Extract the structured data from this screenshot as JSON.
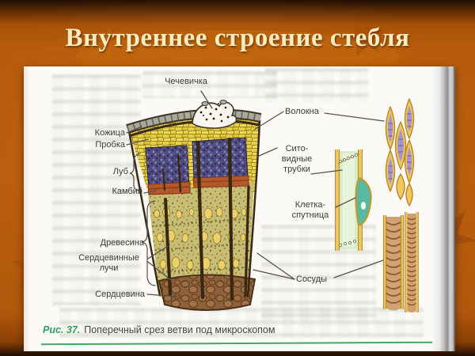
{
  "slide": {
    "title": "Внутреннее строение стебля"
  },
  "figure": {
    "caption": {
      "number": "Рис. 37.",
      "text": "Поперечный срез ветви под микроскопом"
    },
    "labels": {
      "lenticel": "Чечевичка",
      "epidermis": "Кожица",
      "cork": "Пробка",
      "bast": "Луб",
      "cambium": "Камбий",
      "wood": "Древесина",
      "medullary_rays": "Сердцевинные лучи",
      "pith": "Сердцевина",
      "fibers": "Волокна",
      "sieve_tubes": "Сито-видные трубки",
      "companion_cell": "Клетка-спутница",
      "vessels": "Сосуды"
    },
    "colors": {
      "slide_background": "#b85c0c",
      "title_text": "#f6ecbe",
      "caption_green": "#2f9e5a",
      "cork_yellow": "#e6cf44",
      "bast_purple": "#564c85",
      "cambium_red": "#b4582c",
      "wood_olive": "#c9bd74",
      "pith_brown": "#8e613a",
      "sieve_green": "#d9ecc4",
      "companion_teal": "#57bba2",
      "fiber_purple": "#a795ca",
      "vessel_tan": "#d2a272"
    }
  }
}
